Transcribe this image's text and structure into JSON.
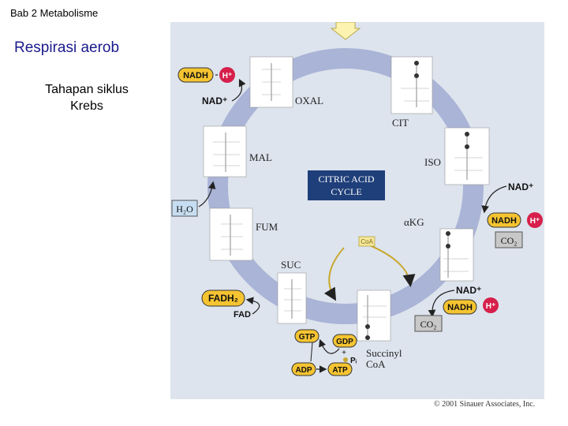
{
  "slide": {
    "header": "Bab 2 Metabolisme",
    "title": "Respirasi aerob",
    "subtitle": "Tahapan siklus Krebs"
  },
  "diagram": {
    "center_label_line1": "CITRIC ACID",
    "center_label_line2": "CYCLE",
    "intermediates": {
      "oxal": "OXAL",
      "cit": "CIT",
      "iso": "ISO",
      "akg": "αKG",
      "succinyl_line1": "Succinyl",
      "succinyl_line2": "CoA",
      "suc": "SUC",
      "fum": "FUM",
      "mal": "MAL"
    },
    "cofactors": {
      "nadh": "NADH",
      "h_plus": "H⁺",
      "nad_plus": "NAD⁺",
      "co2": "CO₂",
      "fadh2": "FADH₂",
      "fad": "FAD",
      "gtp": "GTP",
      "gdp": "GDP",
      "adp": "ADP",
      "atp": "ATP",
      "pi": "Pᵢ",
      "h2o": "H₂O",
      "coa": "CoA"
    },
    "colors": {
      "cycle_band": "#aab4d6",
      "center_box": "#1f3f7a",
      "cofactor_yellow": "#f5c431",
      "h_plus_red": "#d6204b",
      "co2_gray": "#c8c8c8",
      "h2o_blue": "#c7def2",
      "coa_green": "#b5a23a"
    }
  },
  "copyright": "© 2001 Sinauer Associates, Inc."
}
